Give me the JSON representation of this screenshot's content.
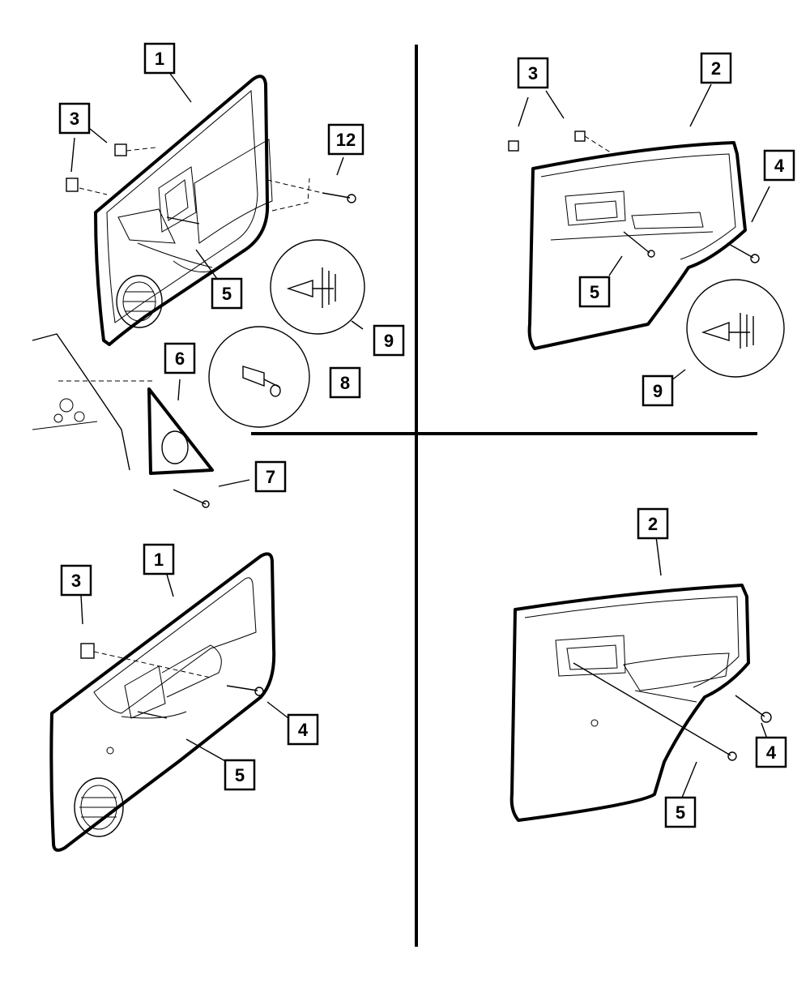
{
  "callouts": {
    "tl_1": "1",
    "tl_3": "3",
    "tl_12": "12",
    "tl_5": "5",
    "tl_9": "9",
    "tl_6": "6",
    "tl_8": "8",
    "tl_7": "7",
    "tr_3": "3",
    "tr_2": "2",
    "tr_4": "4",
    "tr_5": "5",
    "tr_9": "9",
    "bl_1": "1",
    "bl_3": "3",
    "bl_4": "4",
    "bl_5": "5",
    "br_2": "2",
    "br_4": "4",
    "br_5": "5"
  }
}
